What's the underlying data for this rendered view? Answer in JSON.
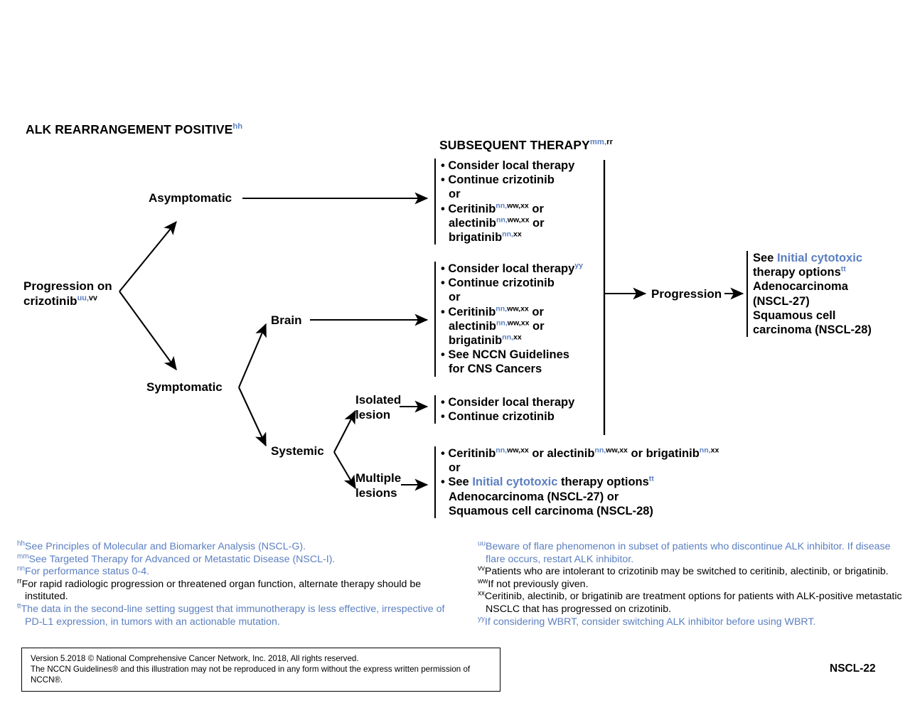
{
  "page": {
    "title": "ALK REARRANGEMENT POSITIVE",
    "title_sup": "hh",
    "column_header": "SUBSEQUENT THERAPY",
    "column_header_sup_link": "mm,",
    "column_header_sup_plain": "rr",
    "page_number": "NSCL-22"
  },
  "nodes": {
    "root_line1": "Progression on",
    "root_line2": "crizotinib",
    "root_sup_link": "uu,",
    "root_sup_plain": "vv",
    "asymptomatic": "Asymptomatic",
    "symptomatic": "Symptomatic",
    "brain": "Brain",
    "systemic": "Systemic",
    "isolated_line1": "Isolated",
    "isolated_line2": "lesion",
    "multiple_line1": "Multiple",
    "multiple_line2": "lesions",
    "progression": "Progression"
  },
  "blocks": {
    "asymptomatic": {
      "l1": "Consider local therapy",
      "l2": "Continue crizotinib",
      "l3": "or",
      "l4_drug": "Ceritinib",
      "l4_sup_link": "nn,",
      "l4_sup_plain": "ww,xx",
      "l4_tail": " or",
      "l5_drug": "alectinib",
      "l5_sup_link": "nn,",
      "l5_sup_plain": "ww,xx",
      "l5_tail": " or",
      "l6_drug": "brigatinib",
      "l6_sup_link": "nn,",
      "l6_sup_plain": "xx"
    },
    "brain": {
      "l1": "Consider local therapy",
      "l1_sup_link": "yy",
      "l2": "Continue crizotinib",
      "l3": "or",
      "l4_drug": "Ceritinib",
      "l4_sup_link": "nn,",
      "l4_sup_plain": "ww,xx",
      "l4_tail": " or",
      "l5_drug": "alectinib",
      "l5_sup_link": "nn,",
      "l5_sup_plain": "ww,xx",
      "l5_tail": " or",
      "l6_drug": "brigatinib",
      "l6_sup_link": "nn,",
      "l6_sup_plain": "xx",
      "l7": "See NCCN Guidelines",
      "l8": "for CNS Cancers"
    },
    "isolated": {
      "l1": "Consider local therapy",
      "l2": "Continue crizotinib"
    },
    "multiple": {
      "l1_a": "Ceritinib",
      "l1_a_sup_link": "nn,",
      "l1_a_sup_plain": "ww,xx",
      "l1_b": " or alectinib",
      "l1_b_sup_link": "nn,",
      "l1_b_sup_plain": "ww,xx",
      "l1_c": " or brigatinib",
      "l1_c_sup_link": "nn,",
      "l1_c_sup_plain": "xx",
      "l2": "or",
      "l3_pre": "See ",
      "l3_link": "Initial cytotoxic",
      "l3_post": " therapy options",
      "l3_sup_link": "tt",
      "l4": "Adenocarcinoma (NSCL-27) or",
      "l5": "Squamous cell carcinoma (NSCL-28)"
    }
  },
  "outcome": {
    "l1_pre": "See ",
    "l1_link": "Initial cytotoxic",
    "l2": "therapy options",
    "l2_sup_link": "tt",
    "l3": "Adenocarcinoma",
    "l4": "(NSCL-27)",
    "l5": "Squamous cell",
    "l6": "carcinoma (NSCL-28)"
  },
  "footnotes_left": [
    {
      "sup": "hh",
      "sup_blue": true,
      "blue": true,
      "text": "See Principles of Molecular and Biomarker Analysis (NSCL-G)."
    },
    {
      "sup": "mm",
      "sup_blue": true,
      "blue": true,
      "text": "See Targeted Therapy for Advanced or Metastatic Disease (NSCL-I)."
    },
    {
      "sup": "nn",
      "sup_blue": true,
      "blue": true,
      "text": "For performance status 0-4."
    },
    {
      "sup": "rr",
      "sup_blue": false,
      "blue": false,
      "text": "For rapid radiologic progression or threatened organ function, alternate therapy should be instituted."
    },
    {
      "sup": "tt",
      "sup_blue": true,
      "blue": true,
      "text": "The data in the second-line setting suggest that immunotherapy is less effective, irrespective of PD-L1 expression, in tumors with an actionable mutation."
    }
  ],
  "footnotes_right": [
    {
      "sup": "uu",
      "sup_blue": true,
      "blue": true,
      "text": "Beware of flare phenomenon in subset of patients who discontinue ALK inhibitor. If disease flare occurs, restart ALK inhibitor."
    },
    {
      "sup": "vv",
      "sup_blue": false,
      "blue": false,
      "text": "Patients who are intolerant to crizotinib may be switched to ceritinib, alectinib, or brigatinib."
    },
    {
      "sup": "ww",
      "sup_blue": false,
      "blue": false,
      "text": "If not previously given."
    },
    {
      "sup": "xx",
      "sup_blue": false,
      "blue": false,
      "text": "Ceritinib, alectinib, or brigatinib are treatment options for patients with ALK-positive metastatic NSCLC that has progressed on crizotinib."
    },
    {
      "sup": "yy",
      "sup_blue": true,
      "blue": true,
      "text": "If considering WBRT, consider switching ALK inhibitor before using WBRT."
    }
  ],
  "copyright": {
    "line1": "Version 5.2018 © National Comprehensive Cancer Network, Inc. 2018, All rights reserved.",
    "line2": "The NCCN Guidelines® and this illustration may not be reproduced in any form without the express written permission of NCCN®."
  },
  "colors": {
    "link_blue": "#5b7fc0",
    "text_black": "#000000",
    "background": "#ffffff"
  }
}
